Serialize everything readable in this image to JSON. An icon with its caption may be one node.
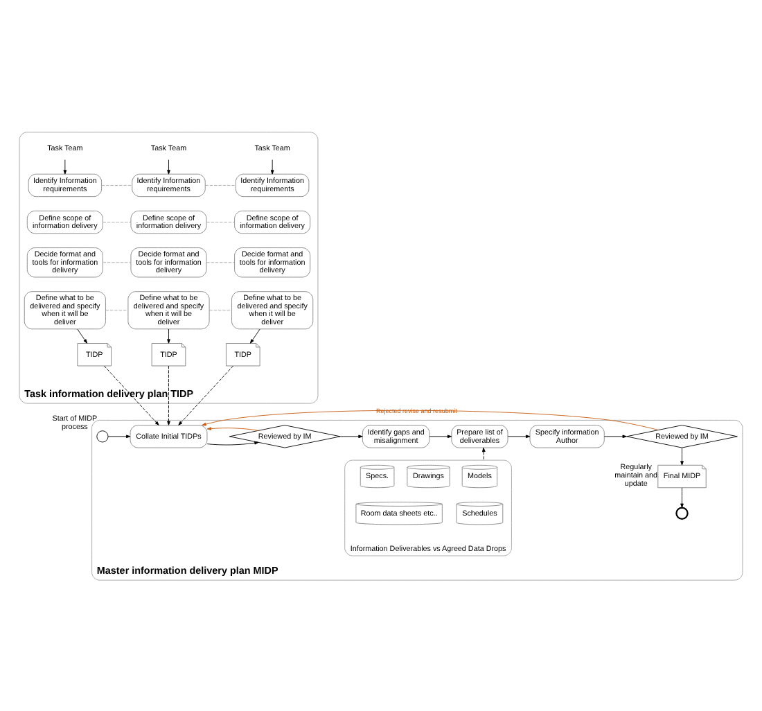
{
  "diagram": {
    "nodes": [
      {
        "text": [
          "Task information delivery plan TIDP"
        ]
      },
      {
        "text": [
          "Task Team"
        ],
        "in": 0
      },
      {
        "text": [
          "Identify Information requirements"
        ],
        "in": 0
      },
      {
        "text": [
          "Define scope of information delivery"
        ],
        "in": 0
      },
      {
        "text": [
          "Decide format and tools for information delivery"
        ],
        "in": 0
      },
      {
        "text": [
          "Define what to be delivered and specify when it will be deliver"
        ],
        "in": 0
      },
      {
        "text": [
          "TIDP"
        ],
        "in": 0
      },
      {
        "text": [
          "Task Team"
        ],
        "in": 0
      },
      {
        "text": [
          "Identify Information requirements"
        ],
        "in": 0
      },
      {
        "text": [
          "Define scope of information delivery"
        ],
        "in": 0
      },
      {
        "text": [
          "Decide format and tools for information delivery"
        ],
        "in": 0
      },
      {
        "text": [
          "Define what to be delivered and specify when it will be deliver"
        ],
        "in": 0
      },
      {
        "text": [
          "TIDP"
        ],
        "in": 0
      },
      {
        "text": [
          "Task Team"
        ],
        "in": 0
      },
      {
        "text": [
          "Identify Information requirements"
        ],
        "in": 0
      },
      {
        "text": [
          "Define scope of information delivery"
        ],
        "in": 0
      },
      {
        "text": [
          "Decide format and tools for information delivery"
        ],
        "in": 0
      },
      {
        "text": [
          "Define what to be delivered and specify when it will be deliver"
        ],
        "in": 0
      },
      {
        "text": [
          "TIDP"
        ],
        "in": 0
      },
      {
        "text": [
          "Master information delivery plan MIDP"
        ]
      },
      {
        "text": [],
        "shape": "circle",
        "beside": [
          "Start of MIDP process"
        ],
        "in": 19
      },
      {
        "text": [
          "Collate Initial TIDPs"
        ],
        "in": 19
      },
      {
        "text": [
          "Reviewed by IM"
        ],
        "in": 19
      },
      {
        "text": [
          "Identify gaps and misalignment"
        ],
        "in": 19
      },
      {
        "text": [
          "Prepare list of deliverables"
        ],
        "in": 19
      },
      {
        "text": [
          "Specify information Author"
        ],
        "in": 19
      },
      {
        "text": [
          "Reviewed by IM"
        ],
        "in": 19
      },
      {
        "text": [
          "Information Deliverables vs Agreed Data Drops"
        ],
        "in": 19
      },
      {
        "text": [
          "Models"
        ],
        "in": 27
      },
      {
        "text": [
          "Drawings"
        ],
        "in": 27
      },
      {
        "text": [
          "Specs."
        ],
        "in": 27
      },
      {
        "text": [
          "Schedules"
        ],
        "in": 27
      },
      {
        "text": [
          "Room data sheets etc.."
        ],
        "in": 27
      },
      {
        "text": [
          "Final MIDP"
        ],
        "beside": [
          "Regularly maintain and update"
        ],
        "in": 19
      },
      {
        "text": [],
        "shape": "circle",
        "in": 19
      }
    ],
    "edges": [
      {
        "from": 1,
        "to": 2,
        "arrow": "to"
      },
      {
        "from": 5,
        "to": 6,
        "arrow": "to"
      },
      {
        "from": 7,
        "to": 8,
        "arrow": "to"
      },
      {
        "from": 11,
        "to": 12,
        "arrow": "to"
      },
      {
        "from": 13,
        "to": 14,
        "arrow": "to"
      },
      {
        "from": 17,
        "to": 18,
        "arrow": "to"
      },
      {
        "from": 2,
        "to": 8,
        "arrow": "none",
        "style": "dashed",
        "color": "#a6a6a6"
      },
      {
        "from": 8,
        "to": 14,
        "arrow": "none",
        "style": "dashed",
        "color": "#a6a6a6"
      },
      {
        "from": 3,
        "to": 9,
        "arrow": "none",
        "style": "dashed",
        "color": "#a6a6a6"
      },
      {
        "from": 9,
        "to": 15,
        "arrow": "none",
        "style": "dashed",
        "color": "#a6a6a6"
      },
      {
        "from": 4,
        "to": 10,
        "arrow": "none",
        "style": "dashed",
        "color": "#a6a6a6"
      },
      {
        "from": 10,
        "to": 16,
        "arrow": "none",
        "style": "dashed",
        "color": "#a6a6a6"
      },
      {
        "from": 5,
        "to": 11,
        "arrow": "none",
        "style": "dashed",
        "color": "#a6a6a6"
      },
      {
        "from": 11,
        "to": 17,
        "arrow": "none",
        "style": "dashed",
        "color": "#a6a6a6"
      },
      {
        "from": 6,
        "to": 21,
        "arrow": "to",
        "style": "dashed"
      },
      {
        "from": 12,
        "to": 21,
        "arrow": "to",
        "style": "dashed"
      },
      {
        "from": 18,
        "to": 21,
        "arrow": "to",
        "style": "dashed"
      },
      {
        "from": 20,
        "to": 21,
        "arrow": "to"
      },
      {
        "from": 21,
        "to": 22,
        "arrow": "to"
      },
      {
        "from": 22,
        "to": 23,
        "arrow": "to"
      },
      {
        "from": 23,
        "to": 24,
        "arrow": "to"
      },
      {
        "from": 24,
        "to": 25,
        "arrow": "to"
      },
      {
        "from": 25,
        "to": 26,
        "arrow": "to"
      },
      {
        "from": 27,
        "to": 24,
        "arrow": "to",
        "style": "dashed"
      },
      {
        "from": 26,
        "to": 21,
        "arrow": "to",
        "label": "Rejected revise and resubmit",
        "color": "#c55a11"
      },
      {
        "from": 22,
        "to": 21,
        "arrow": "to",
        "color": "#c55a11"
      },
      {
        "from": 26,
        "to": 33,
        "arrow": "to"
      },
      {
        "from": 33,
        "to": 34,
        "arrow": "to"
      }
    ]
  }
}
